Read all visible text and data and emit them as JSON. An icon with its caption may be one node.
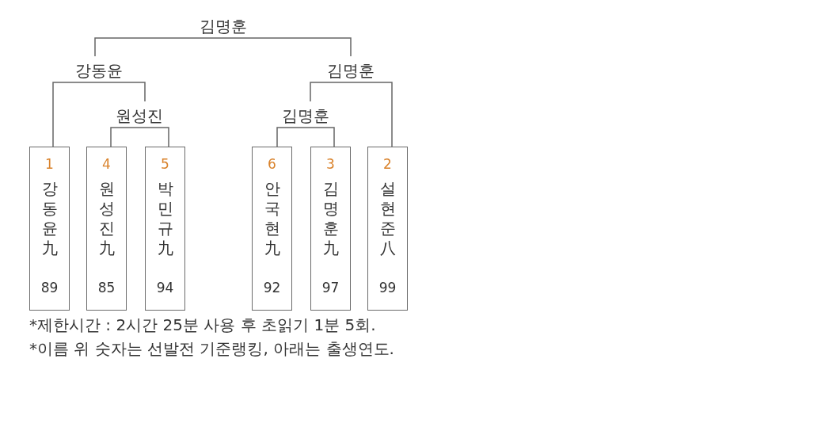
{
  "diagram": {
    "nodes": [
      {
        "text": [
          "김명훈"
        ]
      },
      {
        "text": [
          "강동윤"
        ]
      },
      {
        "text": [
          "김명훈"
        ]
      },
      {
        "text": [
          "원성진"
        ]
      },
      {
        "text": [
          "김명훈"
        ]
      },
      {
        "text": [
          "1",
          "강동윤九",
          "89"
        ]
      },
      {
        "text": [
          "4",
          "원성진九",
          "85"
        ]
      },
      {
        "text": [
          "5",
          "박민규九",
          "94"
        ]
      },
      {
        "text": [
          "6",
          "안국현九",
          "92"
        ]
      },
      {
        "text": [
          "3",
          "김명훈九",
          "97"
        ]
      },
      {
        "text": [
          "2",
          "설현준八",
          "99"
        ]
      }
    ],
    "edges": [
      {
        "from": 1,
        "to": 0,
        "arrow": "none"
      },
      {
        "from": 2,
        "to": 0,
        "arrow": "none"
      },
      {
        "from": 5,
        "to": 1,
        "arrow": "none"
      },
      {
        "from": 3,
        "to": 1,
        "arrow": "none"
      },
      {
        "from": 6,
        "to": 3,
        "arrow": "none"
      },
      {
        "from": 7,
        "to": 3,
        "arrow": "none"
      },
      {
        "from": 4,
        "to": 2,
        "arrow": "none"
      },
      {
        "from": 10,
        "to": 2,
        "arrow": "none"
      },
      {
        "from": 8,
        "to": 4,
        "arrow": "none"
      },
      {
        "from": 9,
        "to": 4,
        "arrow": "none"
      }
    ],
    "labels": [
      "*제한시간 : 2시간 25분 사용 후 초읽기 1분 5회.",
      "*이름 위 숫자는 선발전 기준랭킹, 아래는 출생연도."
    ]
  }
}
